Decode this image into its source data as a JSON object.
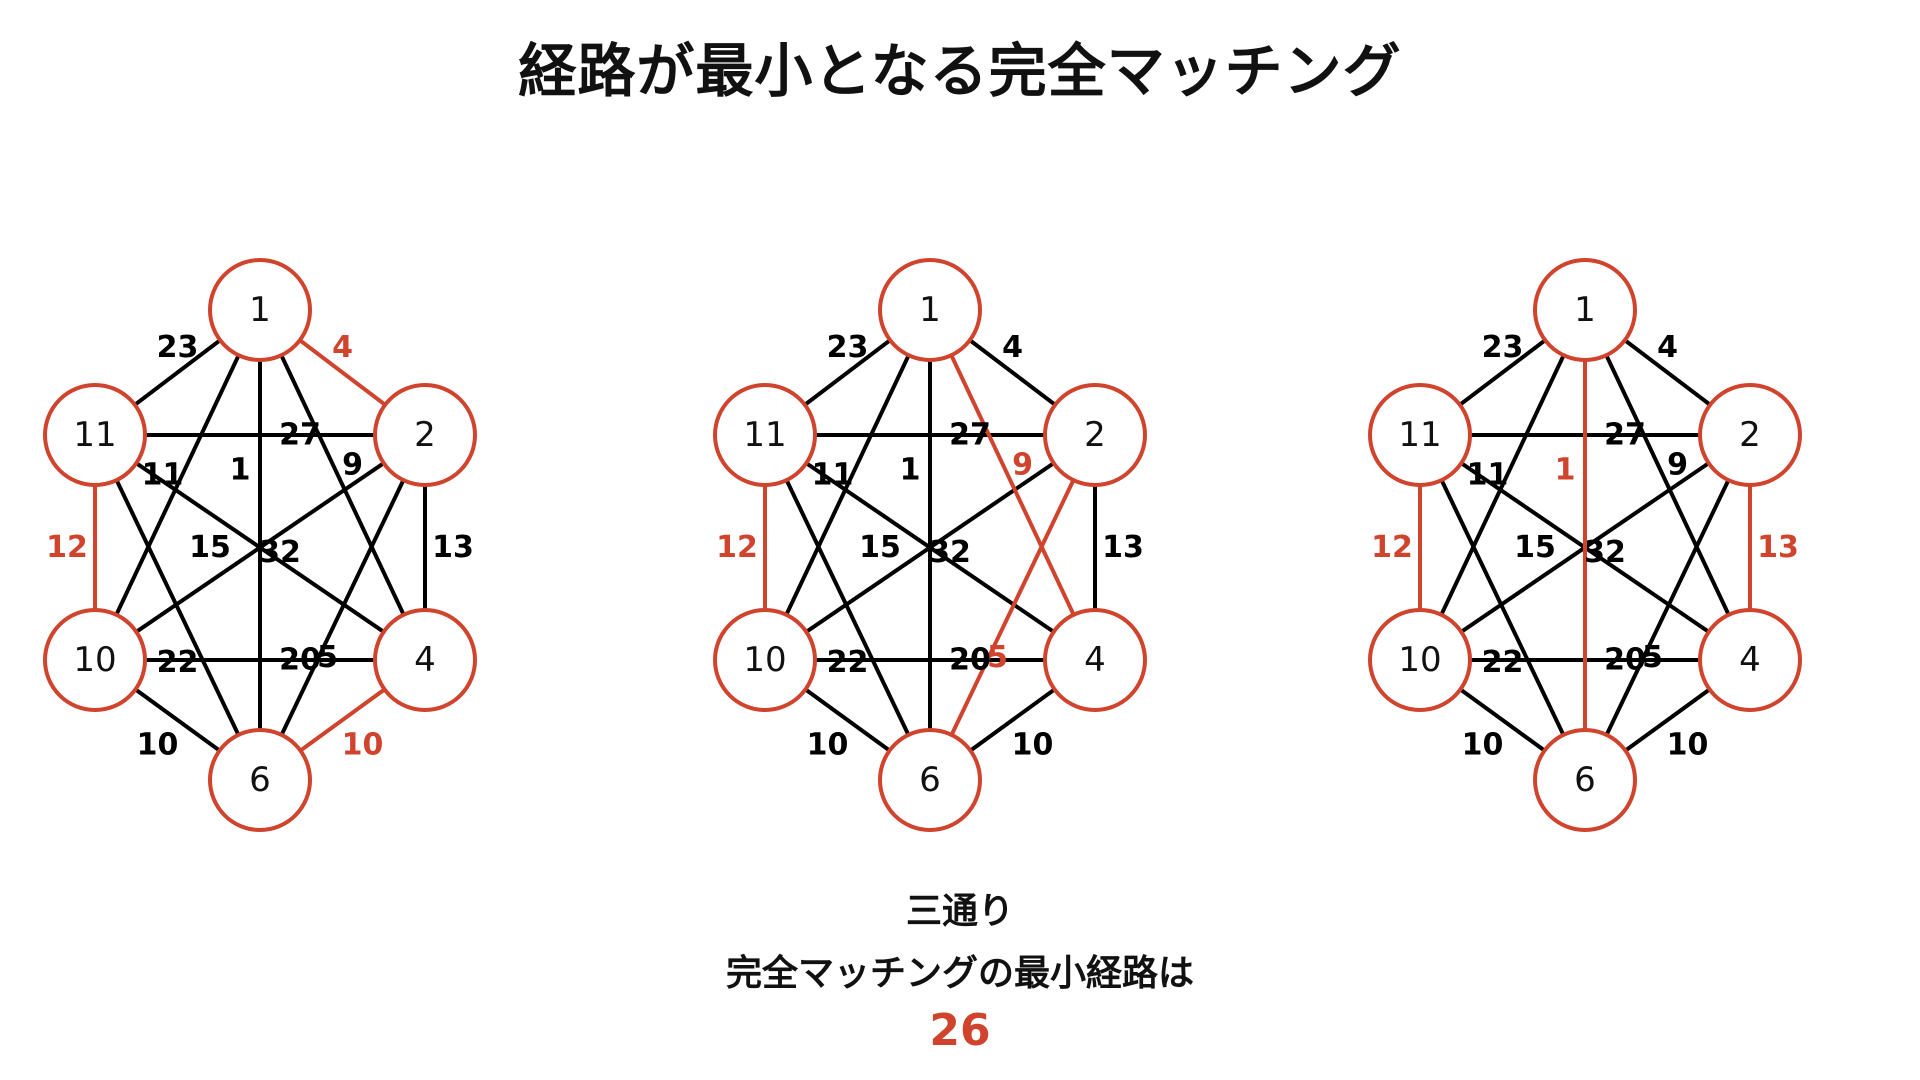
{
  "title": "経路が最小となる完全マッチング",
  "colors": {
    "highlight": "#d0432c",
    "edge": "#000000",
    "node_fill": "#ffffff"
  },
  "node_labels": [
    "1",
    "2",
    "4",
    "6",
    "10",
    "11"
  ],
  "edges": [
    {
      "a": "1",
      "b": "2",
      "w": "4"
    },
    {
      "a": "1",
      "b": "11",
      "w": "23"
    },
    {
      "a": "1",
      "b": "6",
      "w": "1"
    },
    {
      "a": "1",
      "b": "4",
      "w": "9"
    },
    {
      "a": "1",
      "b": "10",
      "w": "11"
    },
    {
      "a": "2",
      "b": "11",
      "w": "27"
    },
    {
      "a": "2",
      "b": "4",
      "w": "13"
    },
    {
      "a": "2",
      "b": "10",
      "w": "15"
    },
    {
      "a": "2",
      "b": "6",
      "w": "5"
    },
    {
      "a": "11",
      "b": "10",
      "w": "12"
    },
    {
      "a": "11",
      "b": "4",
      "w": "32"
    },
    {
      "a": "11",
      "b": "6",
      "w": "22"
    },
    {
      "a": "10",
      "b": "4",
      "w": "20"
    },
    {
      "a": "10",
      "b": "6",
      "w": "10"
    },
    {
      "a": "4",
      "b": "6",
      "w": "10"
    }
  ],
  "graphs": [
    {
      "matching": [
        [
          "1",
          "2"
        ],
        [
          "11",
          "10"
        ],
        [
          "4",
          "6"
        ]
      ]
    },
    {
      "matching": [
        [
          "1",
          "4"
        ],
        [
          "11",
          "10"
        ],
        [
          "2",
          "6"
        ]
      ]
    },
    {
      "matching": [
        [
          "1",
          "6"
        ],
        [
          "11",
          "10"
        ],
        [
          "2",
          "4"
        ]
      ]
    }
  ],
  "caption": {
    "line1": "三通り",
    "line2": "完全マッチングの最小経路は",
    "value": "26"
  }
}
